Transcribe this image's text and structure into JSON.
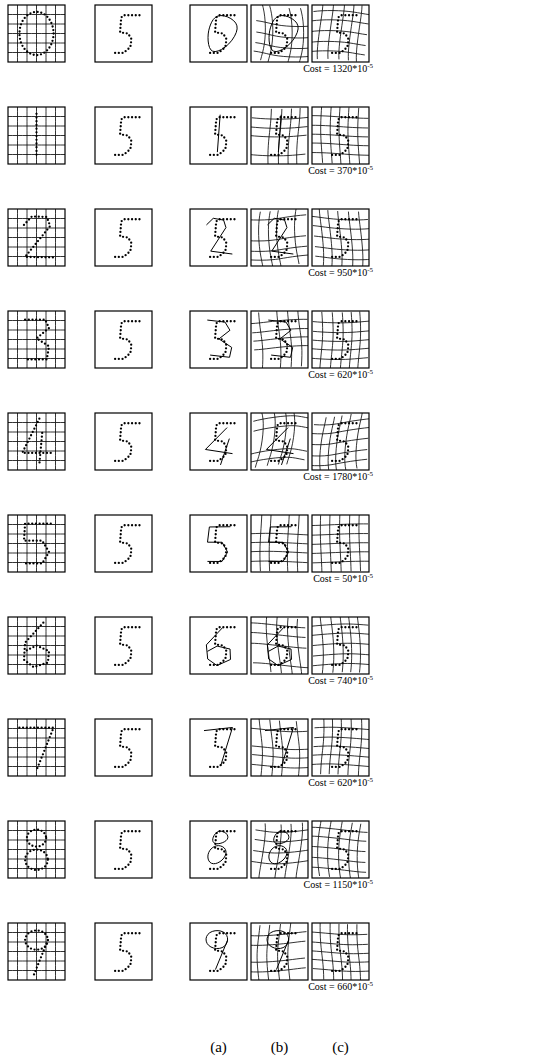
{
  "diagram": {
    "labels": [
      "Cost = 1320*10",
      "-5",
      "Cost = 370*10",
      "-5",
      "Cost = 950*10",
      "-5",
      "Cost = 620*10",
      "-5",
      "Cost = 1780*10",
      "-5",
      "Cost = 50*10",
      "-5",
      "Cost = 740*10",
      "-5",
      "Cost = 620*10",
      "-5",
      "Cost = 1150*10",
      "-5",
      "Cost = 660*10",
      "-5",
      "(a)",
      "(b)",
      "(c)"
    ]
  }
}
